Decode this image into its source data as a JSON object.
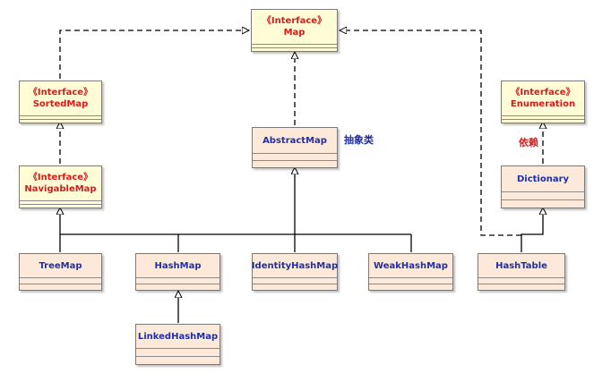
{
  "stereotype": "《Interface》",
  "nodes": {
    "map": {
      "name": "Map"
    },
    "sortedmap": {
      "name": "SortedMap"
    },
    "navigablemap": {
      "name": "NavigableMap"
    },
    "enumeration": {
      "name": "Enumeration"
    },
    "abstractmap": {
      "name": "AbstractMap"
    },
    "dictionary": {
      "name": "Dictionary"
    },
    "treemap": {
      "name": "TreeMap"
    },
    "hashmap": {
      "name": "HashMap"
    },
    "identityhashmap": {
      "name": "IdentityHashMap"
    },
    "weakhashmap": {
      "name": "WeakHashMap"
    },
    "hashtable": {
      "name": "HashTable"
    },
    "linkedhashmap": {
      "name": "LinkedHashMap"
    }
  },
  "labels": {
    "abstract_class": "抽象类",
    "dependency": "依赖"
  },
  "colors": {
    "interface_text": "#d71a1a",
    "class_text": "#1f2fa8",
    "interface_fill": "#fffcd6",
    "class_fill": "#fde9d9",
    "line": "#000000"
  }
}
